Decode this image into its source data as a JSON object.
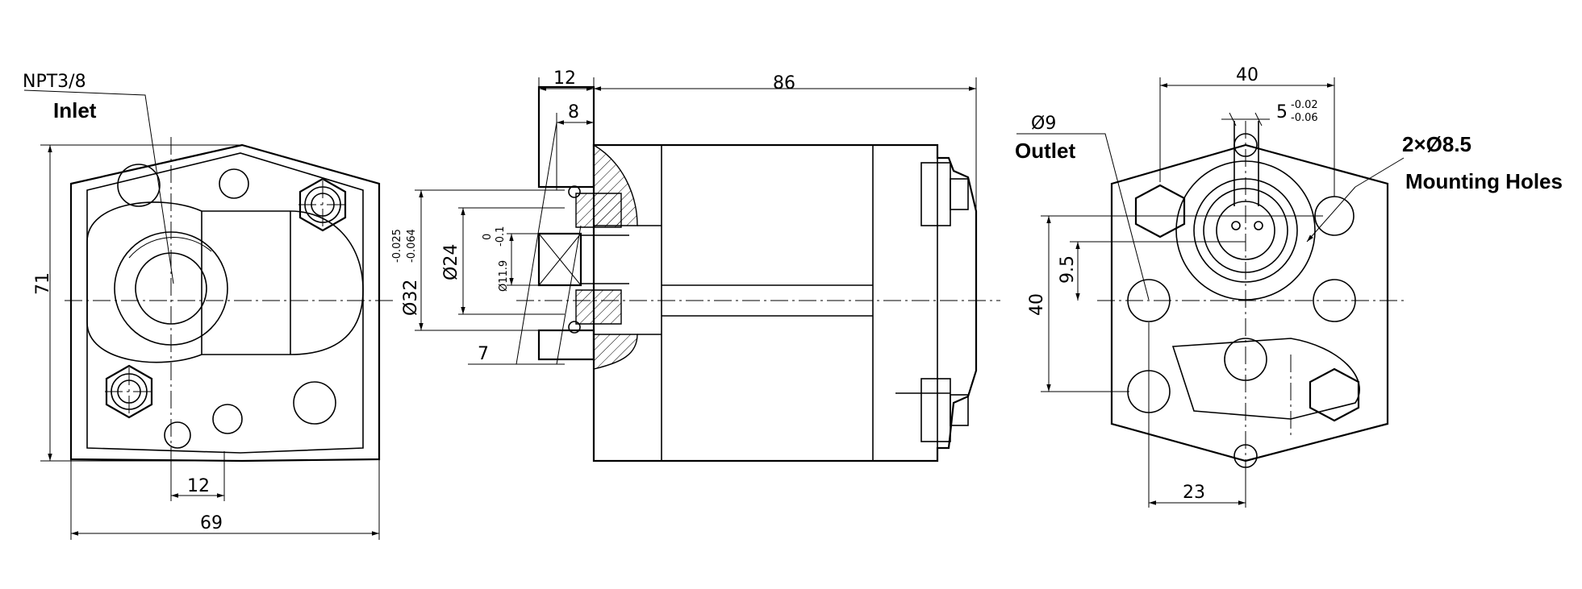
{
  "left_view": {
    "port_thread": "NPT3/8",
    "port_name": "Inlet",
    "dim_height": "71",
    "dim_width": "69",
    "dim_offset": "12"
  },
  "middle_view": {
    "dim_flange_length": "12",
    "dim_body_length": "86",
    "dim_pilot_length": "8",
    "dim_shaft_step": "7",
    "dim_pilot_dia": "Ø32",
    "pilot_tol_upper": "-0.025",
    "pilot_tol_lower": "-0.064",
    "dim_seal_dia": "Ø24",
    "dim_shaft_dia": "Ø11.9",
    "shaft_tol_upper": "0",
    "shaft_tol_lower": "-0.1"
  },
  "right_view": {
    "dim_hole_spacing": "40",
    "dim_key_width": "5",
    "key_tol_upper": "-0.02",
    "key_tol_lower": "-0.06",
    "outlet_dia": "Ø9",
    "outlet_name": "Outlet",
    "mounting_holes_spec": "2×Ø8.5",
    "mounting_holes_name": "Mounting Holes",
    "dim_vertical": "40",
    "dim_port_offset": "9.5",
    "dim_port_spacing": "23"
  }
}
